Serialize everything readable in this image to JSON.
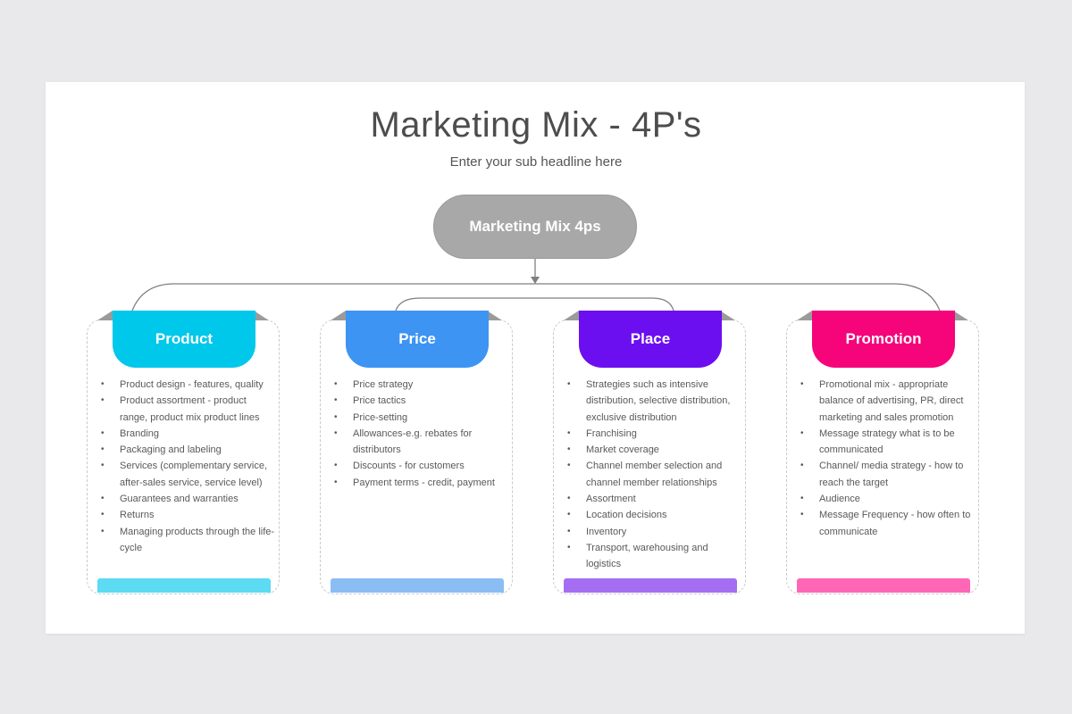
{
  "title": "Marketing Mix - 4P's",
  "subtitle": "Enter your sub headline here",
  "root": {
    "label": "Marketing Mix 4ps"
  },
  "cards": [
    {
      "key": "product",
      "label": "Product",
      "tab_color": "#00c8ea",
      "bar_color": "#5cdbf3",
      "items": [
        "Product design - features, quality",
        "Product assortment - product range, product mix product lines",
        "Branding",
        "Packaging and labeling",
        "Services (complementary service, after-sales service, service level)",
        "Guarantees and warranties",
        "Returns",
        "Managing products through the life-cycle"
      ]
    },
    {
      "key": "price",
      "label": "Price",
      "tab_color": "#3d94f2",
      "bar_color": "#8bbdf5",
      "items": [
        "Price strategy",
        "Price tactics",
        "Price-setting",
        "Allowances-e.g. rebates for distributors",
        "Discounts - for customers",
        "Payment terms - credit, payment"
      ]
    },
    {
      "key": "place",
      "label": "Place",
      "tab_color": "#6c0ff0",
      "bar_color": "#a56ef2",
      "items": [
        "Strategies such as intensive distribution, selective distribution, exclusive distribution",
        "Franchising",
        "Market coverage",
        "Channel member selection and channel member relationships",
        "Assortment",
        "Location decisions",
        "Inventory",
        "Transport, warehousing and logistics"
      ]
    },
    {
      "key": "promotion",
      "label": "Promotion",
      "tab_color": "#f5047a",
      "bar_color": "#ff66b6",
      "items": [
        "Promotional mix - appropriate balance of advertising, PR, direct marketing and sales promotion",
        "Message strategy what is to be communicated",
        "Channel/ media strategy - how to reach the target",
        "Audience",
        "Message Frequency - how often to communicate"
      ]
    }
  ],
  "colors": {
    "background": "#e9e8ea",
    "slide": "#ffffff",
    "title": "#4d4d4d",
    "root_node": "#a8a8a8",
    "connector": "#7f7f7f"
  }
}
